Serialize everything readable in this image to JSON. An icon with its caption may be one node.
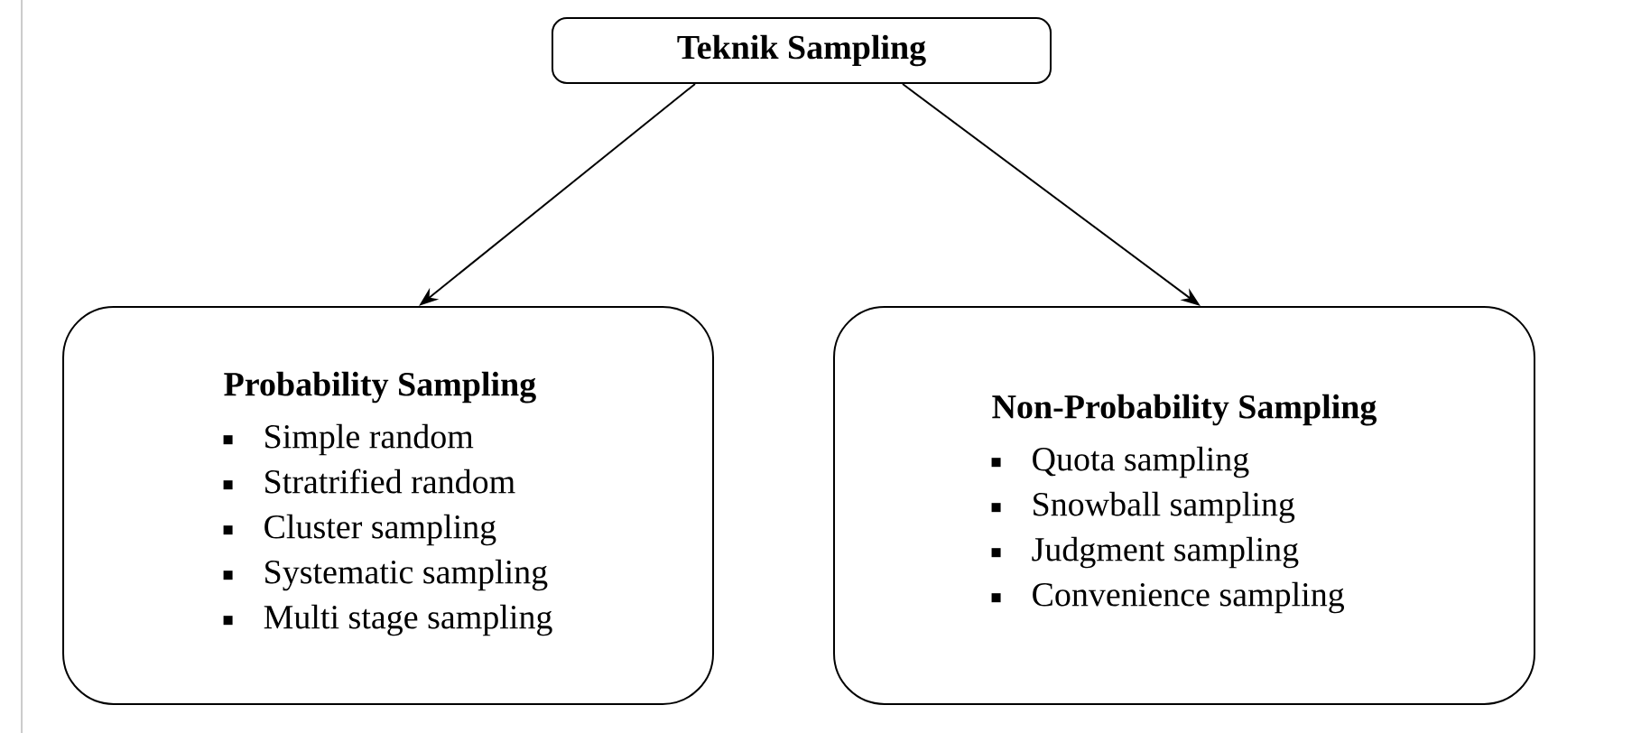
{
  "diagram": {
    "nodes": [
      {
        "text": [
          "Teknik Sampling"
        ]
      },
      {
        "text": [
          "Probability Sampling",
          "Simple random",
          "Stratrified random",
          "Cluster sampling",
          "Systematic sampling",
          "Multi stage sampling"
        ]
      },
      {
        "text": [
          "Non-Probability Sampling",
          "Quota sampling",
          "Snowball sampling",
          "Judgment sampling",
          "Convenience sampling"
        ]
      }
    ],
    "edges": [
      {
        "from": 0,
        "to": 1,
        "arrow": "to"
      },
      {
        "from": 0,
        "to": 2,
        "arrow": "to"
      }
    ]
  }
}
